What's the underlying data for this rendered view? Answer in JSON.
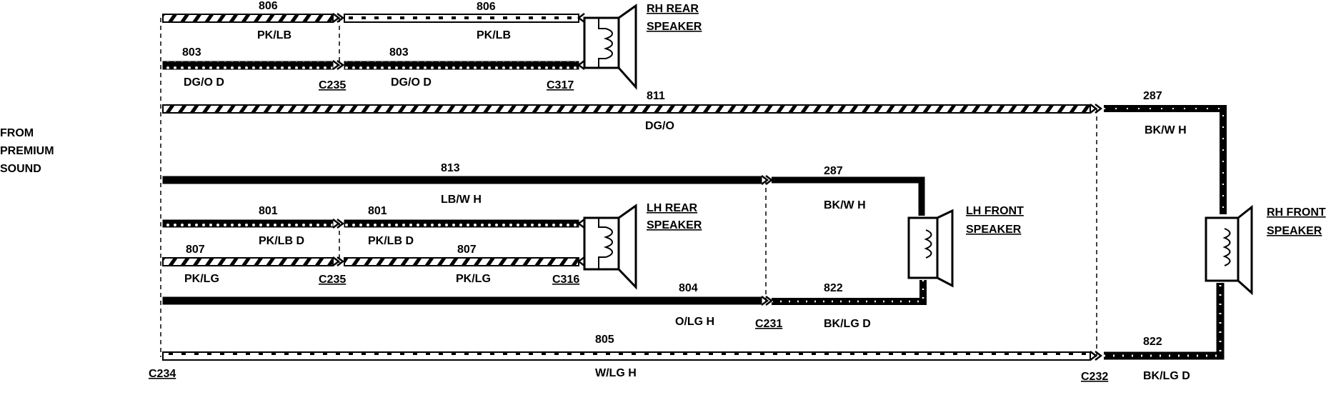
{
  "source": {
    "line1": "FROM",
    "line2": "PREMIUM",
    "line3": "SOUND"
  },
  "connectors": {
    "c235_top": "C235",
    "c317": "C317",
    "c235_bottom": "C235",
    "c316": "C316",
    "c231": "C231",
    "c234": "C234",
    "c232": "C232"
  },
  "speakers": {
    "rh_rear": {
      "line1": "RH REAR",
      "line2": "SPEAKER"
    },
    "lh_rear": {
      "line1": "LH REAR",
      "line2": "SPEAKER"
    },
    "lh_front": {
      "line1": "LH FRONT",
      "line2": "SPEAKER"
    },
    "rh_front": {
      "line1": "RH FRONT",
      "line2": "SPEAKER"
    }
  },
  "wires": {
    "w806a": {
      "circuit": "806",
      "color": "PK/LB"
    },
    "w806b": {
      "circuit": "806",
      "color": "PK/LB"
    },
    "w803a": {
      "circuit": "803",
      "color": "DG/O D"
    },
    "w803b": {
      "circuit": "803",
      "color": "DG/O D"
    },
    "w811": {
      "circuit": "811",
      "color": "DG/O"
    },
    "w287r": {
      "circuit": "287",
      "color": "BK/W H"
    },
    "w813": {
      "circuit": "813",
      "color": "LB/W H"
    },
    "w287l": {
      "circuit": "287",
      "color": "BK/W H"
    },
    "w801a": {
      "circuit": "801",
      "color": "PK/LB D"
    },
    "w801b": {
      "circuit": "801",
      "color": "PK/LB D"
    },
    "w807a": {
      "circuit": "807",
      "color": "PK/LG"
    },
    "w807b": {
      "circuit": "807",
      "color": "PK/LG"
    },
    "w804": {
      "circuit": "804",
      "color": "O/LG H"
    },
    "w822l": {
      "circuit": "822",
      "color": "BK/LG D"
    },
    "w805": {
      "circuit": "805",
      "color": "W/LG H"
    },
    "w822r": {
      "circuit": "822",
      "color": "BK/LG D"
    }
  }
}
